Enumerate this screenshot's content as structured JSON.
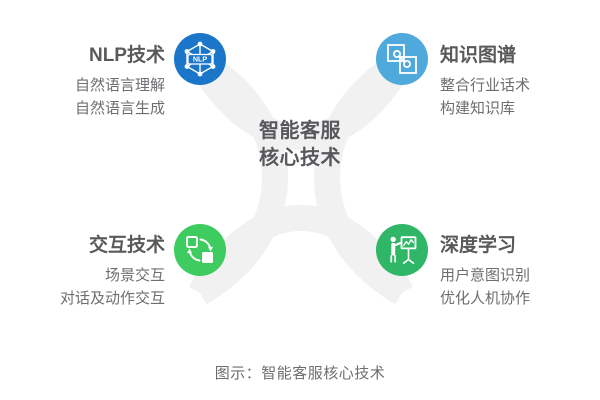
{
  "center": {
    "line1": "智能客服",
    "line2": "核心技术"
  },
  "caption": "图示：智能客服核心技术",
  "colors": {
    "nlp": "#1B76C9",
    "knowledge_graph": "#4FA9DD",
    "interaction": "#3ECB5F",
    "deep_learning": "#2FB767",
    "background_arc": "#F0F0F0",
    "title_text": "#59595B",
    "body_text": "#6D6E71"
  },
  "quadrants": [
    {
      "id": "nlp",
      "position": "top-left",
      "title": "NLP技术",
      "lines": [
        "自然语言理解",
        "自然语言生成"
      ],
      "icon_name": "nlp-network-icon",
      "icon_label": "NLP",
      "color": "#1B76C9"
    },
    {
      "id": "knowledge-graph",
      "position": "top-right",
      "title": "知识图谱",
      "lines": [
        "整合行业话术",
        "构建知识库"
      ],
      "icon_name": "knowledge-graph-icon",
      "color": "#4FA9DD"
    },
    {
      "id": "interaction",
      "position": "bottom-left",
      "title": "交互技术",
      "lines": [
        "场景交互",
        "对话及动作交互"
      ],
      "icon_name": "interaction-exchange-icon",
      "color": "#3ECB5F"
    },
    {
      "id": "deep-learning",
      "position": "bottom-right",
      "title": "深度学习",
      "lines": [
        "用户意图识别",
        "优化人机协作"
      ],
      "icon_name": "deep-learning-presenter-icon",
      "color": "#2FB767"
    }
  ]
}
